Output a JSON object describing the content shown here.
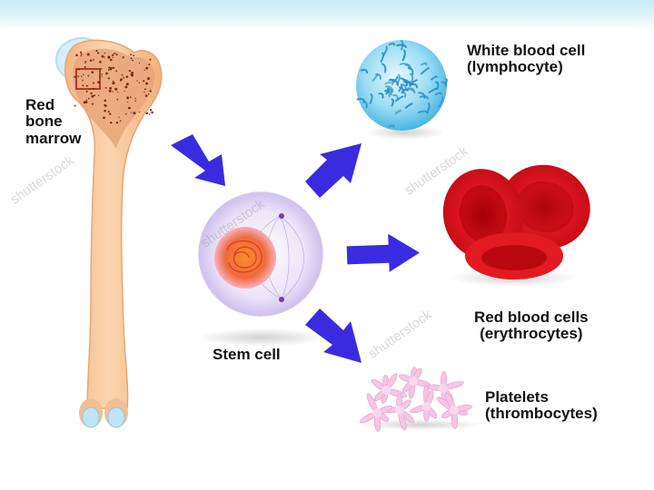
{
  "labels": {
    "bone_marrow": [
      "Red",
      "bone",
      "marrow"
    ],
    "white_cell": [
      "White blood cell",
      "(lymphocyte)"
    ],
    "red_cells": [
      "Red blood cells",
      "(erythrocytes)"
    ],
    "stem_cell": "Stem cell",
    "platelets": [
      "Platelets",
      "(thrombocytes)"
    ]
  },
  "watermark": "shutterstock",
  "colors": {
    "bone": "#f8c89c",
    "marrow_dots": "#7a2a10",
    "arrow": "#3b2be0",
    "white_cell": "#8fd6f0",
    "red_cell": "#d8121a",
    "stem_cell_outer": "#e6dcf5",
    "stem_cell_nucleus": "#f26a2a",
    "platelet": "#f4c6e4"
  }
}
